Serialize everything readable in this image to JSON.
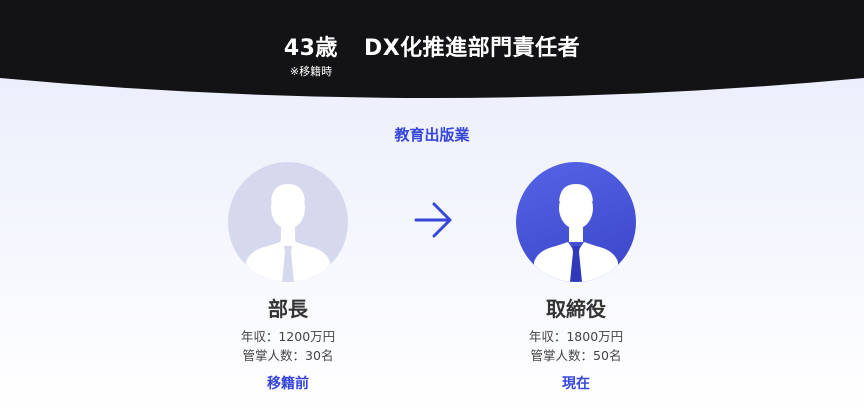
{
  "header": {
    "age": "43歳",
    "title": "DX化推進部門責任者",
    "note": "※移籍時"
  },
  "industry": "教育出版業",
  "before": {
    "role": "部長",
    "salary": "年収：1200万円",
    "reports": "管掌人数：30名",
    "stage": "移籍前"
  },
  "after": {
    "role": "取締役",
    "salary": "年収：1800万円",
    "reports": "管掌人数：50名",
    "stage": "現在"
  },
  "icons": {
    "before_avatar": "person-silhouette-icon",
    "after_avatar": "person-silhouette-icon",
    "transition": "arrow-right-icon"
  },
  "colors": {
    "header_bg": "#131315",
    "accent": "#3646d9",
    "avatar_before_bg": "#d6d9ee",
    "avatar_after_bg": "#4a56d8"
  }
}
